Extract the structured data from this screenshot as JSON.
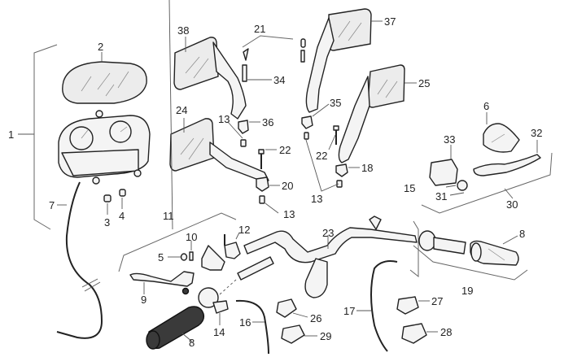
{
  "diagram": {
    "type": "exploded parts diagram",
    "subject": "Handlebar, instrument cluster and mirrors assembly",
    "callouts": {
      "c1": "1",
      "c2": "2",
      "c3": "3",
      "c4": "4",
      "c5": "5",
      "c6": "6",
      "c7": "7",
      "c8a": "8",
      "c8b": "8",
      "c9": "9",
      "c10": "10",
      "c11": "11",
      "c12": "12",
      "c13a": "13",
      "c13b": "13",
      "c13c": "13",
      "c13d": "13",
      "c14": "14",
      "c15": "15",
      "c16": "16",
      "c17": "17",
      "c18": "18",
      "c19": "19",
      "c20": "20",
      "c21": "21",
      "c22a": "22",
      "c22b": "22",
      "c23": "23",
      "c24": "24",
      "c25": "25",
      "c26": "26",
      "c27": "27",
      "c28": "28",
      "c29": "29",
      "c30": "30",
      "c31": "31",
      "c32": "32",
      "c33": "33",
      "c34": "34",
      "c35": "35",
      "c36": "36",
      "c37": "37",
      "c38": "38"
    },
    "parts": [
      {
        "ref": "1",
        "name": "instrument-cluster-assembly"
      },
      {
        "ref": "2",
        "name": "instrument-lens"
      },
      {
        "ref": "3",
        "name": "nut"
      },
      {
        "ref": "4",
        "name": "screw"
      },
      {
        "ref": "5",
        "name": "washer"
      },
      {
        "ref": "6",
        "name": "reservoir-cover"
      },
      {
        "ref": "7",
        "name": "speedometer-cable"
      },
      {
        "ref": "8",
        "name": "hand-grip"
      },
      {
        "ref": "9",
        "name": "left-brake-lever"
      },
      {
        "ref": "10",
        "name": "lever-pivot-bolt"
      },
      {
        "ref": "11",
        "name": "left-lever-assembly"
      },
      {
        "ref": "12",
        "name": "lever-clamp"
      },
      {
        "ref": "13",
        "name": "mirror-nut"
      },
      {
        "ref": "14",
        "name": "throttle-control"
      },
      {
        "ref": "15",
        "name": "master-cylinder"
      },
      {
        "ref": "16",
        "name": "throttle-cable"
      },
      {
        "ref": "17",
        "name": "brake-cable"
      },
      {
        "ref": "18",
        "name": "mirror-adapter"
      },
      {
        "ref": "19",
        "name": "right-grip-assembly"
      },
      {
        "ref": "20",
        "name": "mirror-adapter"
      },
      {
        "ref": "21",
        "name": "mirror-fitting-kit"
      },
      {
        "ref": "22",
        "name": "mirror-bolt"
      },
      {
        "ref": "23",
        "name": "handlebar"
      },
      {
        "ref": "24",
        "name": "left-mirror"
      },
      {
        "ref": "25",
        "name": "right-mirror"
      },
      {
        "ref": "26",
        "name": "switch"
      },
      {
        "ref": "27",
        "name": "switch"
      },
      {
        "ref": "28",
        "name": "switch"
      },
      {
        "ref": "29",
        "name": "switch"
      },
      {
        "ref": "30",
        "name": "right-brake-assembly"
      },
      {
        "ref": "31",
        "name": "brake-light-switch"
      },
      {
        "ref": "32",
        "name": "right-brake-lever"
      },
      {
        "ref": "33",
        "name": "master-cylinder-body"
      },
      {
        "ref": "34",
        "name": "mirror-screw"
      },
      {
        "ref": "35",
        "name": "mirror-adapter"
      },
      {
        "ref": "36",
        "name": "mirror-adapter"
      },
      {
        "ref": "37",
        "name": "right-mirror-alt"
      },
      {
        "ref": "38",
        "name": "left-mirror-alt"
      }
    ]
  }
}
